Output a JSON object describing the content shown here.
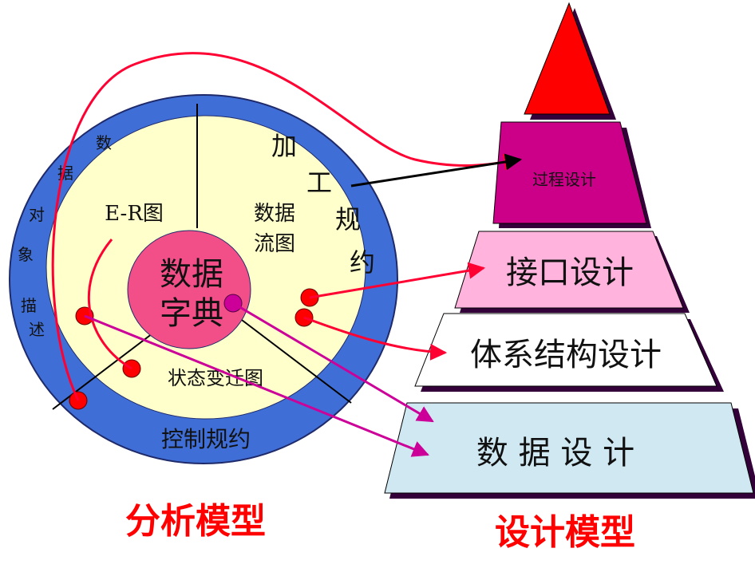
{
  "analysis": {
    "center": "数据字典",
    "center_line1": "数据",
    "center_line2": "字典",
    "er": "E-R图",
    "dfd_line1": "数据",
    "dfd_line2": "流图",
    "std": "状态变迁图",
    "outer_left": [
      "数",
      "据",
      "对",
      "象",
      "描",
      "述"
    ],
    "outer_right": [
      "加",
      "工",
      "规",
      "约"
    ],
    "outer_bottom": "控制规约",
    "title": "分析模型"
  },
  "design": {
    "levels": [
      "过程设计",
      "接口设计",
      "体系结构设计",
      "数 据 设 计"
    ],
    "title": "设计模型"
  },
  "colors": {
    "outer_ring": "#3f6fd6",
    "inner_disc": "#ffffcc",
    "center_disc": "#f24f88",
    "pyramid_top": "#ff0000",
    "level_process": "#cc0088",
    "level_interface": "#ffb3dd",
    "level_architecture": "#ffffff",
    "level_data": "#cfe8f2",
    "arrow_red": "#ff0033",
    "arrow_magenta": "#cc0099",
    "title_red": "#ff0000"
  }
}
